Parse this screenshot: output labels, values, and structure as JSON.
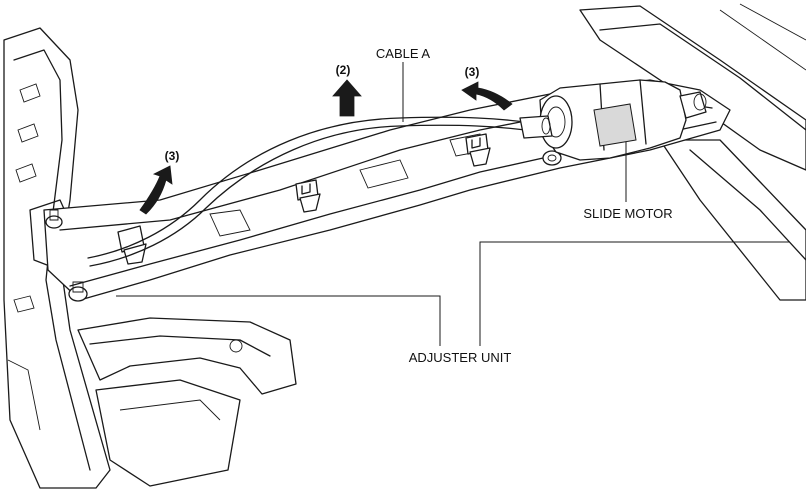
{
  "labels": {
    "cable_a": "CABLE A",
    "slide_motor": "SLIDE MOTOR",
    "adjuster_unit": "ADJUSTER UNIT"
  },
  "step_marks": {
    "step_2": "(2)",
    "step_3_left": "(3)",
    "step_3_right": "(3)"
  }
}
